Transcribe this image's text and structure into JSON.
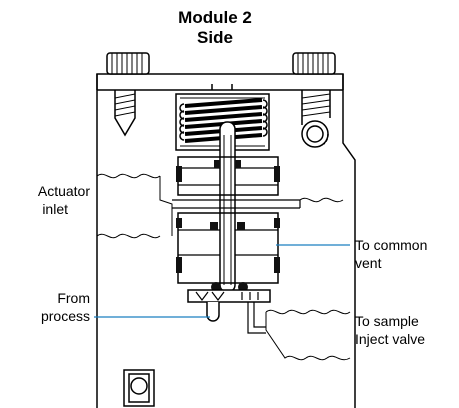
{
  "title": {
    "line1": "Module 2",
    "line2": "Side"
  },
  "labels": {
    "actuator_line1": "Actuator",
    "actuator_line2": "inlet",
    "from_line1": "From",
    "from_line2": "process",
    "common_line1": "To common",
    "common_line2": "vent",
    "sample_line1": "To sample",
    "sample_line2": "Inject valve"
  },
  "colors": {
    "leader_line": "#1a7fc1",
    "outline": "#000000",
    "seal": "#111111"
  }
}
